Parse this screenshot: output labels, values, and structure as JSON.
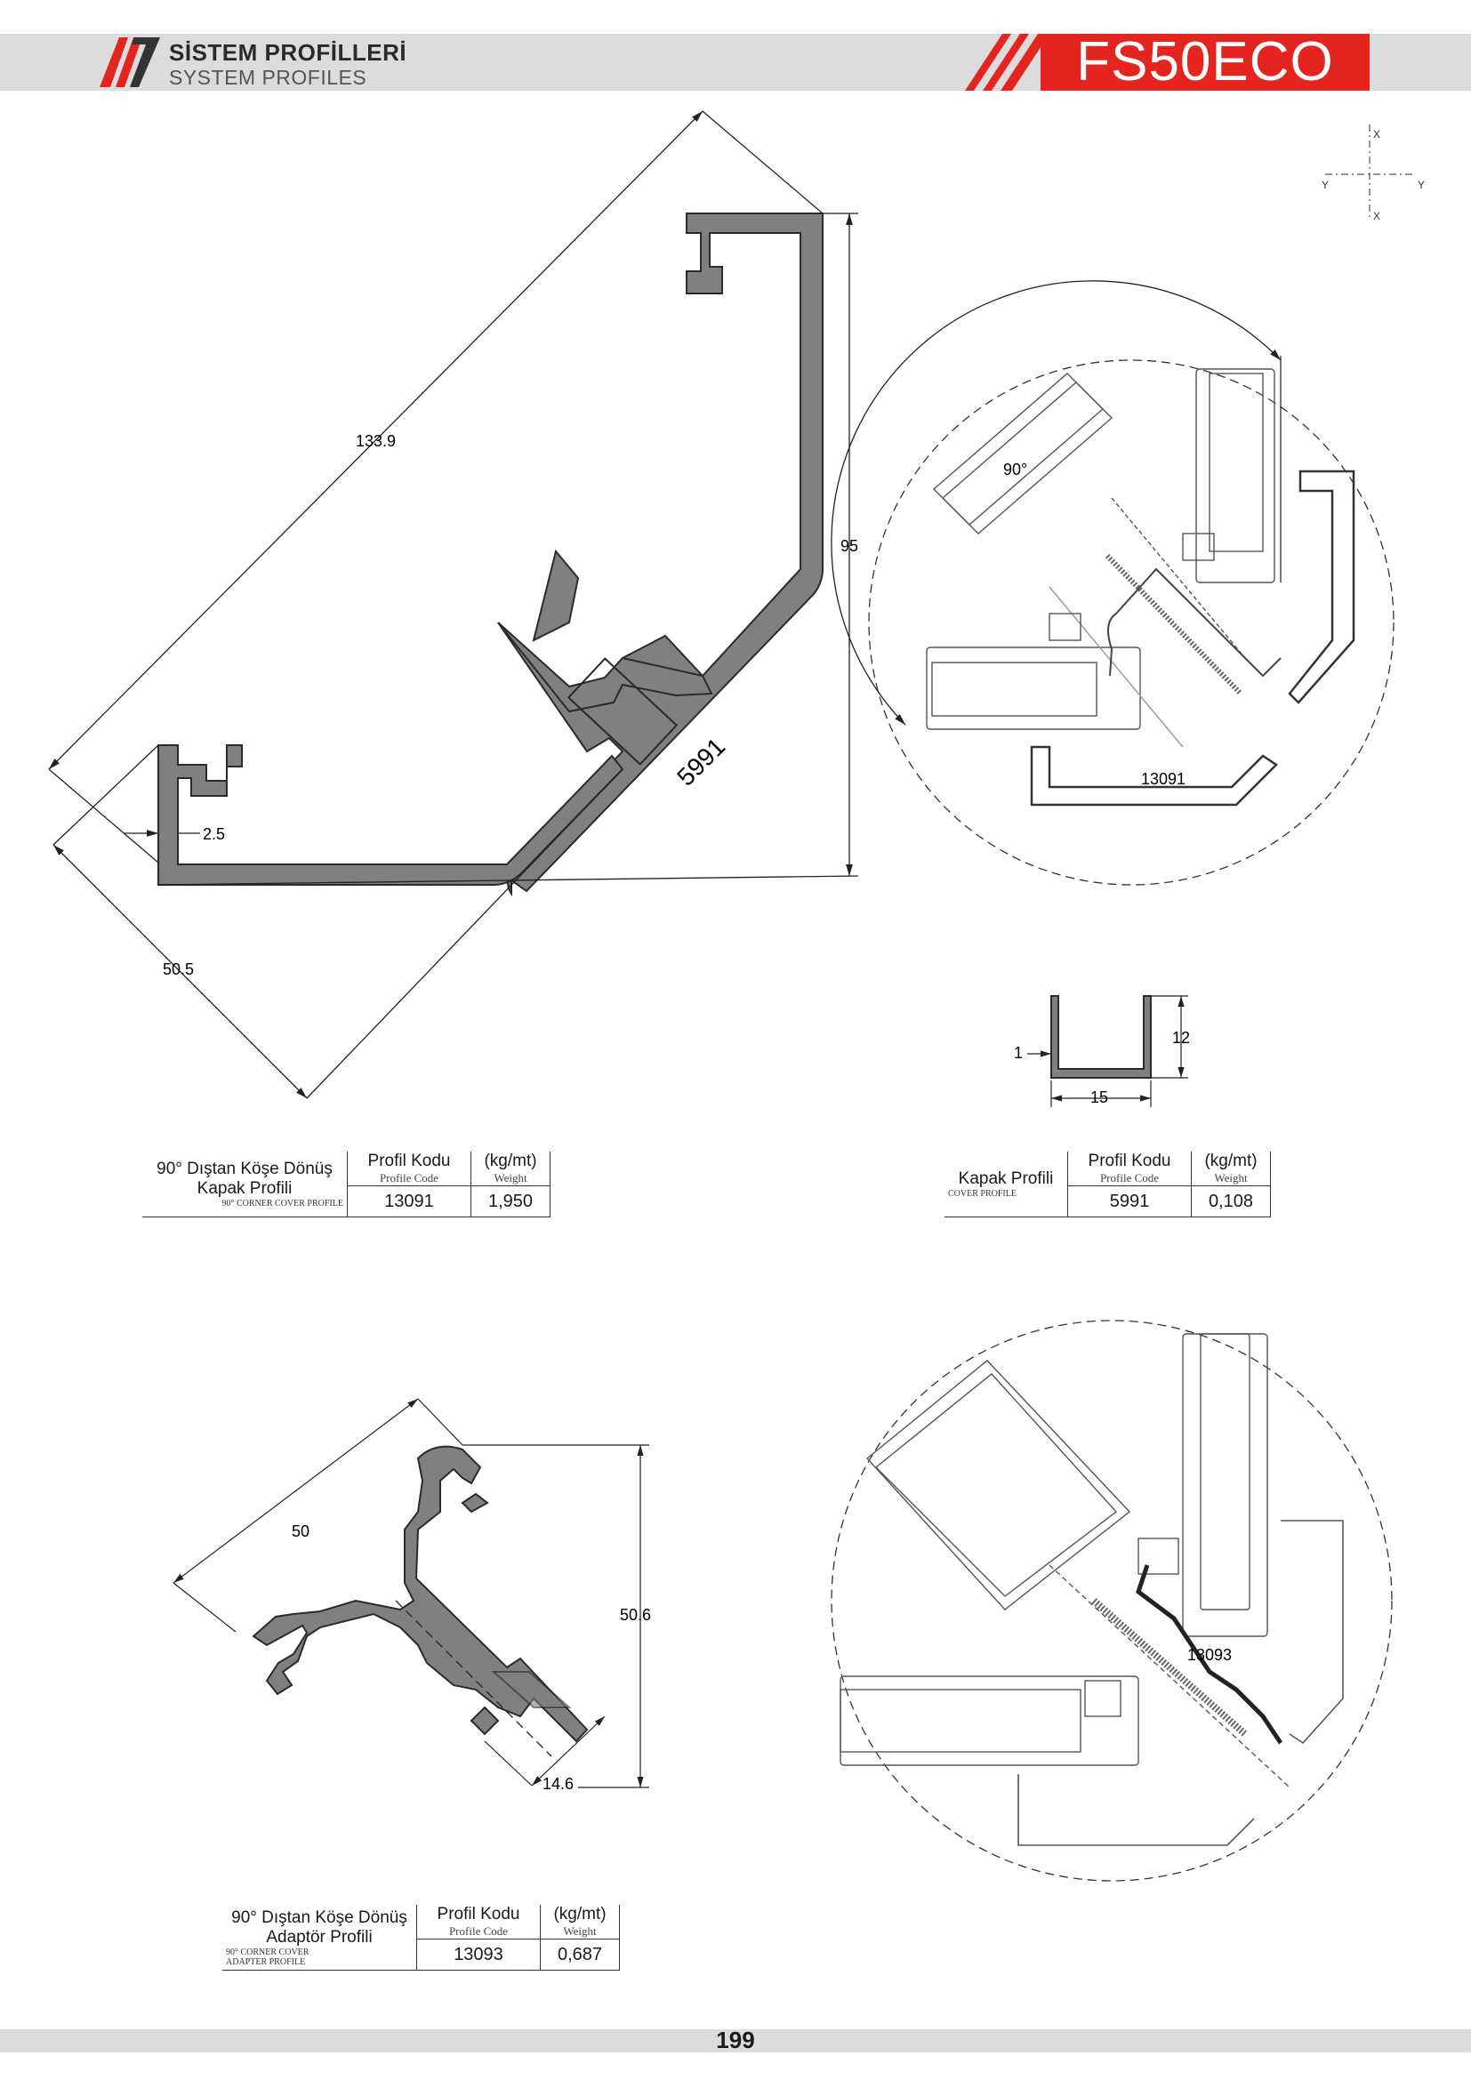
{
  "header": {
    "brand_tr": "SİSTEM PROFİLLERİ",
    "brand_en": "SYSTEM PROFILES",
    "model": "FS50ECO",
    "accent": "#e3241f"
  },
  "axes": {
    "x": "X",
    "y": "Y"
  },
  "drawing1": {
    "dims": {
      "diag": "133.9",
      "height": "95",
      "wall": "2.5",
      "leg": "50.5",
      "code_label": "5991"
    }
  },
  "detail1": {
    "angle": "90°",
    "code": "13091"
  },
  "drawing2": {
    "dims": {
      "wall": "1",
      "height": "12",
      "width": "15"
    }
  },
  "drawing3": {
    "dims": {
      "diag": "50",
      "height": "50.6",
      "width": "14.6"
    }
  },
  "detail2": {
    "code": "13093"
  },
  "table_common": {
    "code_h": "Profil Kodu",
    "code_sub": "Profile Code",
    "weight_h": "(kg/mt)",
    "weight_sub": "Weight"
  },
  "table1": {
    "name_tr": "90° Dıştan Köşe Dönüş Kapak Profili",
    "name_en": "90° CORNER COVER PROFILE",
    "code": "13091",
    "weight": "1,950"
  },
  "table2": {
    "name_tr": "Kapak Profili",
    "name_en": "COVER PROFILE",
    "code": "5991",
    "weight": "0,108"
  },
  "table3": {
    "name_tr": "90° Dıştan Köşe Dönüş Adaptör Profili",
    "name_en": "90° CORNER COVER ADAPTER PROFILE",
    "code": "13093",
    "weight": "0,687"
  },
  "footer": {
    "page": "199"
  }
}
